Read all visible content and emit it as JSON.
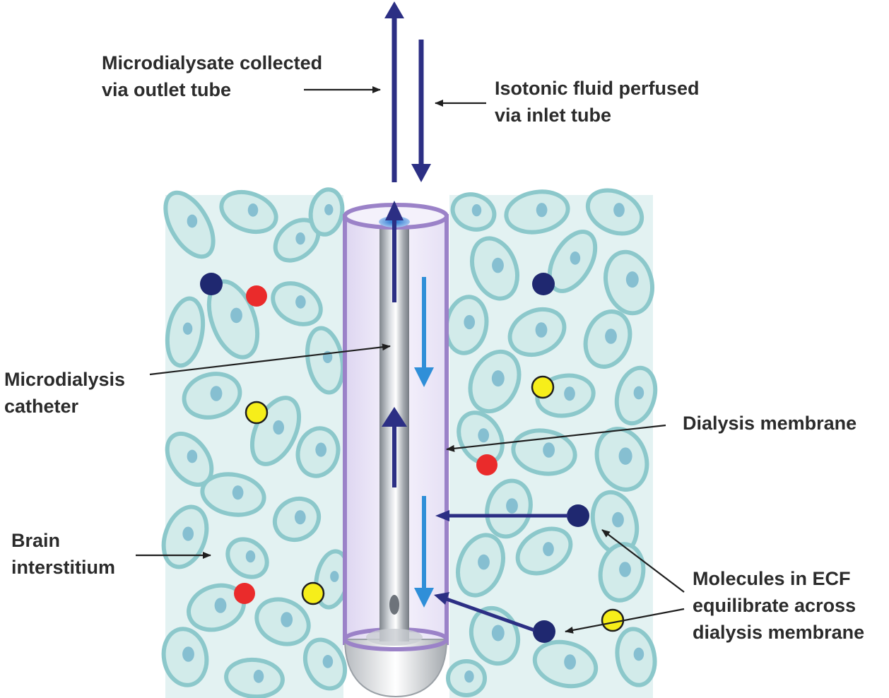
{
  "labels": {
    "outlet_line1": "Microdialysate collected",
    "outlet_line2": "via outlet tube",
    "inlet_line1": "Isotonic fluid perfused",
    "inlet_line2": "via inlet tube",
    "catheter_line1": "Microdialysis",
    "catheter_line2": "catheter",
    "membrane": "Dialysis membrane",
    "brain_line1": "Brain",
    "brain_line2": "interstitium",
    "molecules_line1": "Molecules in ECF",
    "molecules_line2": "equilibrate across",
    "molecules_line3": "dialysis membrane"
  },
  "colors": {
    "tissue_fill": "#e3f2f2",
    "cell_fill": "#d2ebea",
    "cell_outline": "#8cc8cb",
    "nucleus": "#86bfd1",
    "membrane": "#9b82c8",
    "catheter": "#a9aeb4",
    "flow_arrow": "#2c2f84",
    "perfusate_arrow": "#2f8fd8",
    "molecule_blue": "#1f2870",
    "molecule_red": "#ea2b2b",
    "molecule_yellow": "#f6ee1a",
    "pointer": "#1f1f1f"
  }
}
